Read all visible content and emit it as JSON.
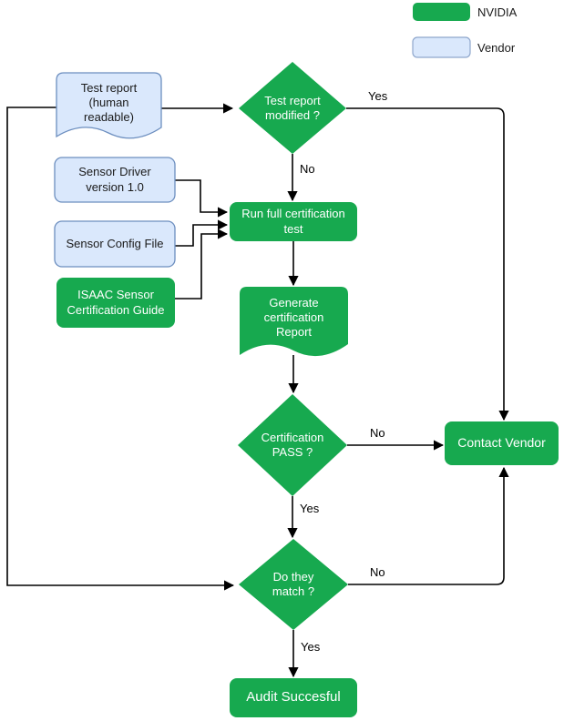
{
  "colors": {
    "nvidia_green": "#17a94f",
    "vendor_blue_fill": "#dae8fc",
    "vendor_blue_border": "#6c8ebf",
    "line": "#000000",
    "text_dark": "#1a1a1a",
    "text_light": "#ffffff"
  },
  "legend": {
    "items": [
      {
        "label": "NVIDIA"
      },
      {
        "label": "Vendor"
      }
    ]
  },
  "nodes": {
    "test_report_doc": {
      "label": "Test report (human readable)"
    },
    "test_report_modified": {
      "label": "Test report modified ?"
    },
    "sensor_driver": {
      "label": "Sensor Driver version 1.0"
    },
    "sensor_config": {
      "label": "Sensor Config File"
    },
    "isaac_guide": {
      "label": "ISAAC Sensor Certification Guide"
    },
    "run_test": {
      "label": "Run full certification test"
    },
    "generate_report": {
      "label": "Generate certification Report"
    },
    "cert_pass": {
      "label": "Certification PASS ?"
    },
    "contact_vendor": {
      "label": "Contact Vendor"
    },
    "do_they_match": {
      "label": "Do they match ?"
    },
    "audit_successful": {
      "label": "Audit Succesful"
    }
  },
  "edge_labels": {
    "test_modified_yes": "Yes",
    "test_modified_no": "No",
    "cert_pass_no": "No",
    "cert_pass_yes": "Yes",
    "match_no": "No",
    "match_yes": "Yes"
  }
}
